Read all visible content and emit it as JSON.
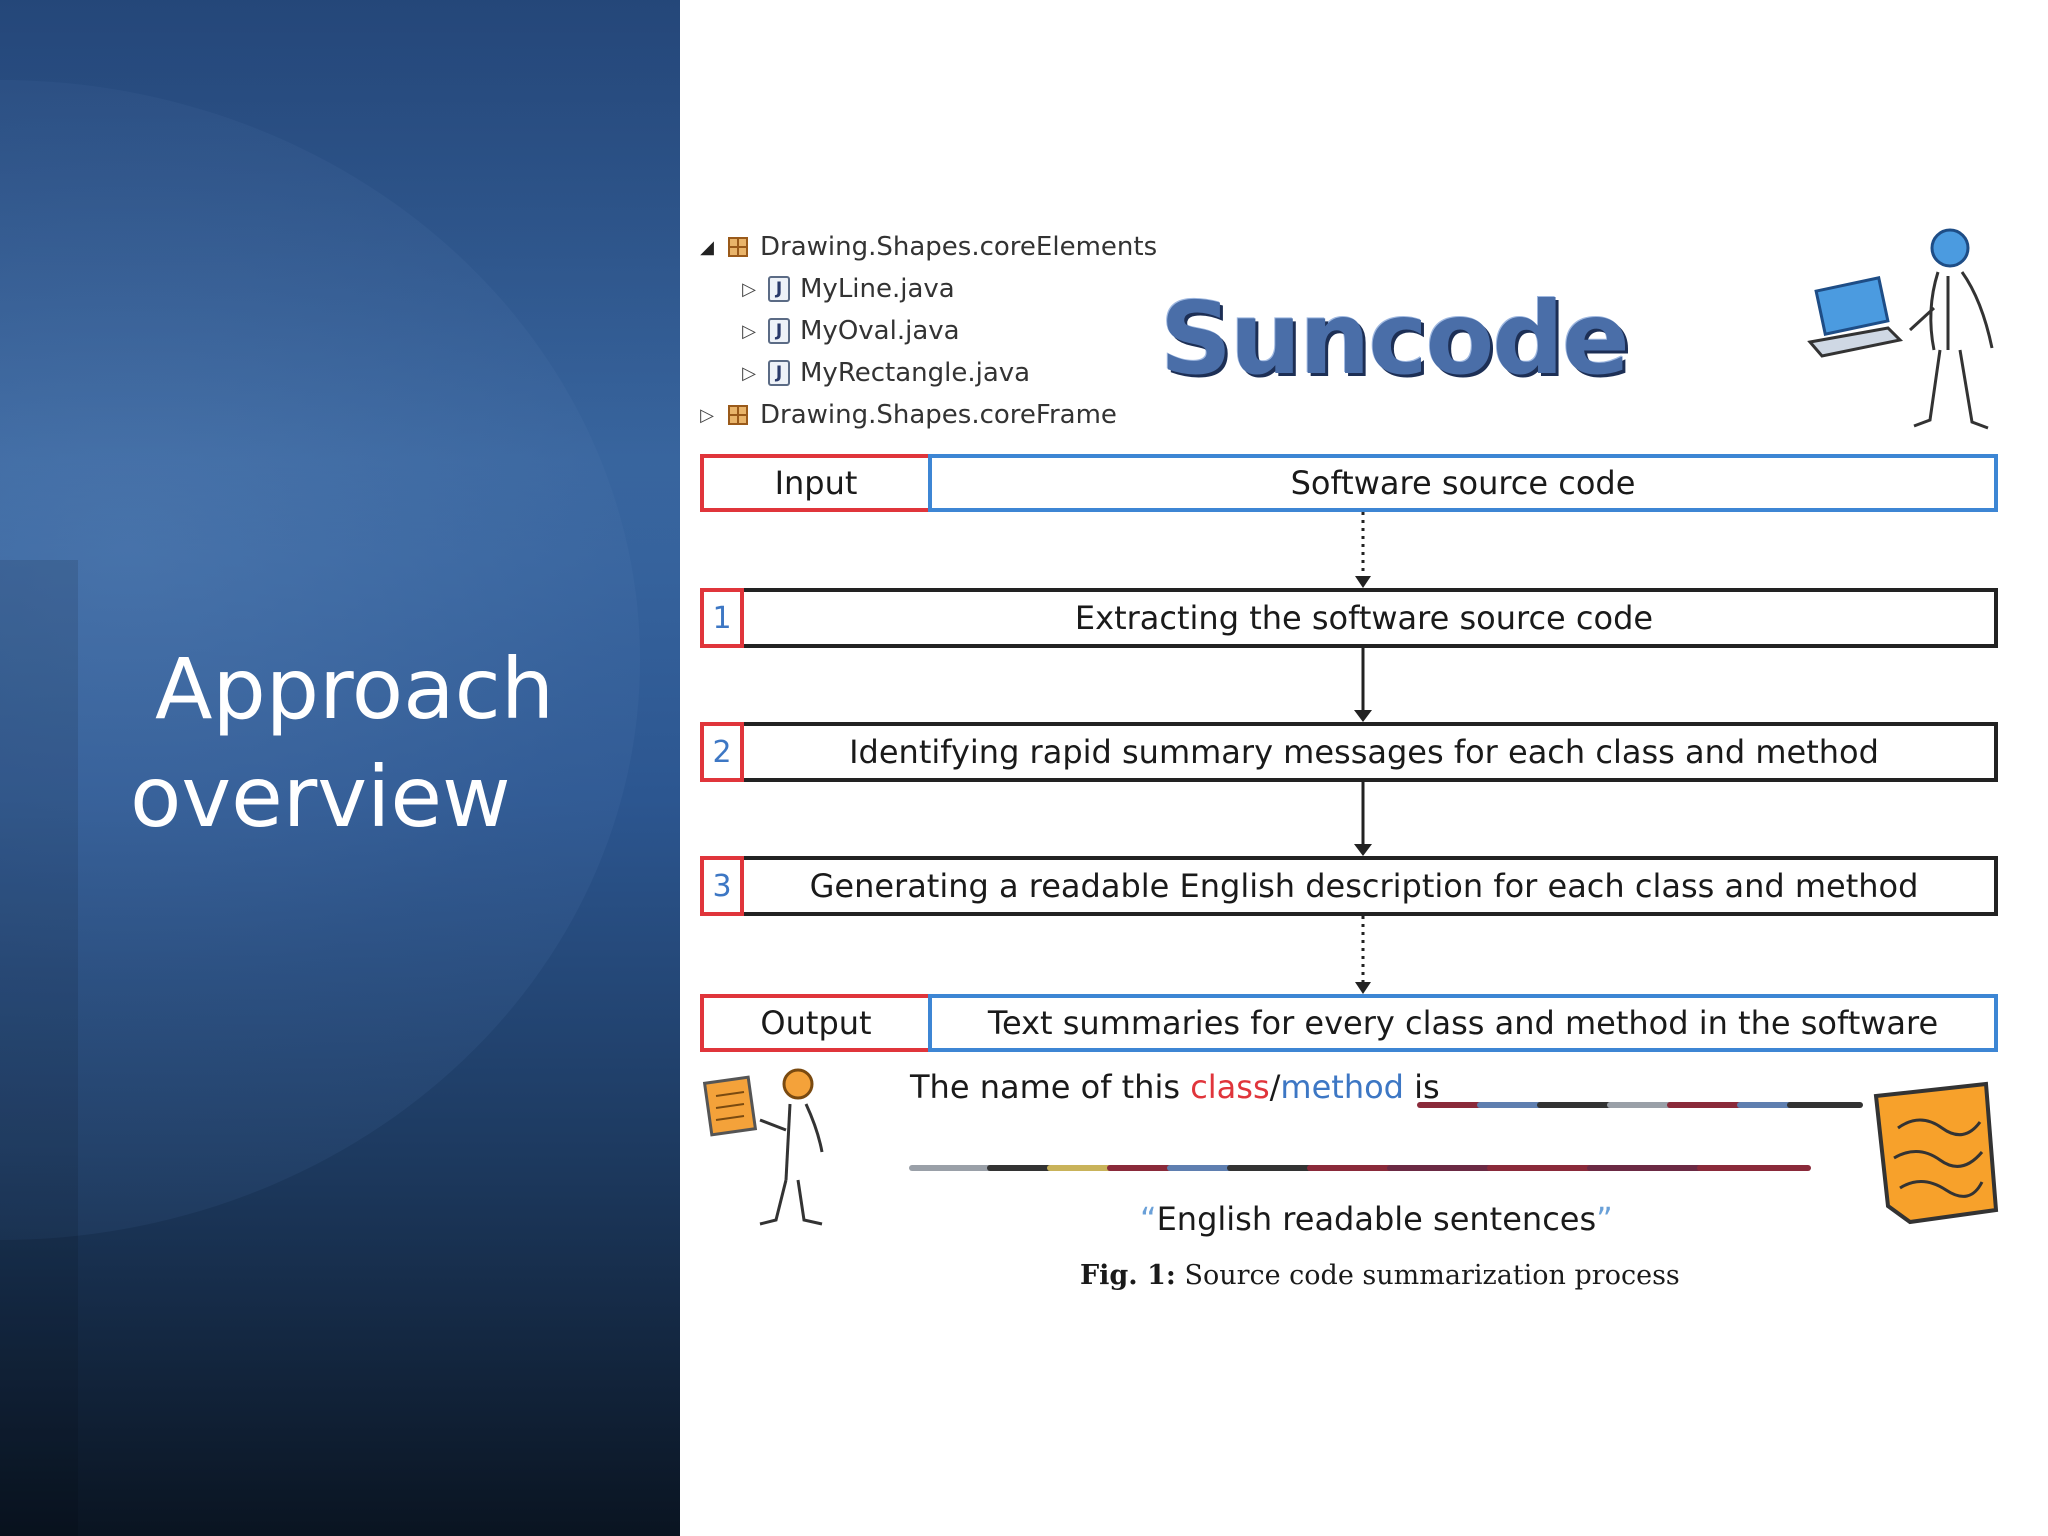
{
  "slide": {
    "title_line1": "Approach",
    "title_line2": "overview"
  },
  "figure": {
    "tree": [
      {
        "label": "Drawing.Shapes.coreElements",
        "kind": "package",
        "expanded": true
      },
      {
        "label": "MyLine.java",
        "kind": "java"
      },
      {
        "label": "MyOval.java",
        "kind": "java"
      },
      {
        "label": "MyRectangle.java",
        "kind": "java"
      },
      {
        "label": "Drawing.Shapes.coreFrame",
        "kind": "package",
        "expanded": false
      }
    ],
    "brand": "Suncode",
    "java_icon_letter": "J",
    "input": {
      "label": "Input",
      "value": "Software source code"
    },
    "steps": [
      {
        "num": "1",
        "text": "Extracting the software source code"
      },
      {
        "num": "2",
        "text": "Identifying rapid summary messages for each class and method"
      },
      {
        "num": "3",
        "text": "Generating a readable English description for each class and method"
      }
    ],
    "output": {
      "label": "Output",
      "value": "Text summaries for every class and method in the software"
    },
    "sentence": {
      "prefix": "The name of this ",
      "class_word": "class",
      "slash": "/",
      "method_word": "method",
      "suffix": " is"
    },
    "quote": {
      "open": "“",
      "text": "English readable sentences",
      "close": "”"
    },
    "caption": {
      "label": "Fig. 1:",
      "text": " Source code summarization process"
    }
  },
  "colors": {
    "red_border": "#e0353b",
    "blue_border": "#3d86d4",
    "step_number": "#3d77c4",
    "brand": "#4a6ea8"
  },
  "icons": [
    "package-icon",
    "java-file-icon",
    "person-with-laptop-icon",
    "person-with-document-icon",
    "document-icon"
  ]
}
